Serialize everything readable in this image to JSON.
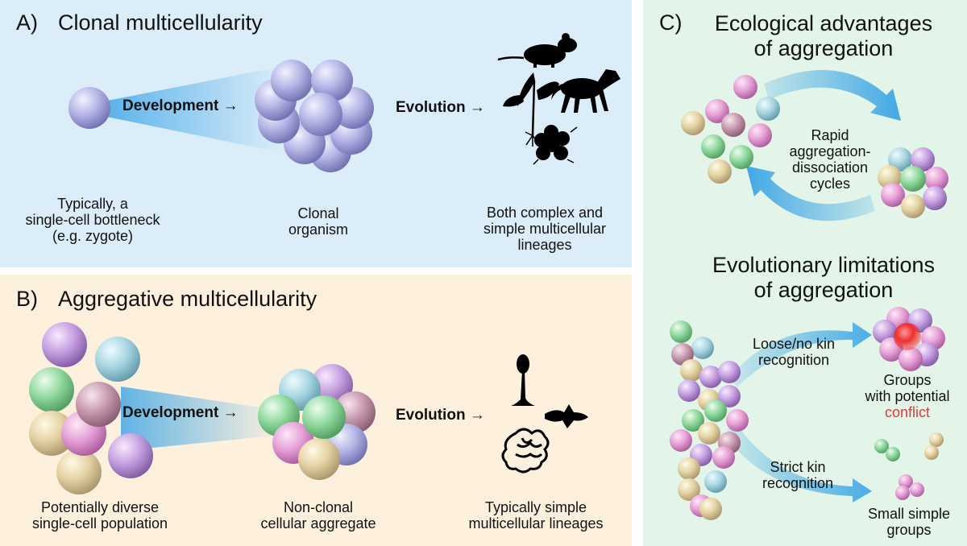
{
  "panel_a": {
    "letter": "A)",
    "title": "Clonal multicellularity",
    "development": "Development",
    "evolution": "Evolution",
    "arrow": "→",
    "caption_left": [
      "Typically, a",
      "single-cell bottleneck",
      "(e.g. zygote)"
    ],
    "caption_mid": [
      "Clonal",
      "organism"
    ],
    "caption_right": [
      "Both complex and",
      "simple multicellular",
      "lineages"
    ]
  },
  "panel_b": {
    "letter": "B)",
    "title": "Aggregative multicellularity",
    "development": "Development",
    "evolution": "Evolution",
    "arrow": "→",
    "caption_left": [
      "Potentially diverse",
      "single-cell population"
    ],
    "caption_mid": [
      "Non-clonal",
      "cellular aggregate"
    ],
    "caption_right": [
      "Typically simple",
      "multicellular lineages"
    ]
  },
  "panel_c": {
    "letter": "C)",
    "title_top": [
      "Ecological advantages",
      "of aggregation"
    ],
    "cycle_label": [
      "Rapid",
      "aggregation-",
      "dissociation",
      "cycles"
    ],
    "title_bottom": [
      "Evolutionary limitations",
      "of aggregation"
    ],
    "loose_label": [
      "Loose/no kin",
      "recognition"
    ],
    "groups_label": [
      "Groups",
      "with potential"
    ],
    "conflict": "conflict",
    "strict_label": [
      "Strict kin",
      "recognition"
    ],
    "small_label": [
      "Small simple",
      "groups"
    ]
  },
  "colors": {
    "panel_a_bg": "#dcedfa",
    "panel_b_bg": "#fdf1de",
    "panel_c_bg": "#e2f5e8",
    "arrow_blue": "#3aa4e6",
    "conflict_red": "#e23a3a",
    "cell_purple": "#a8a8dc",
    "cell_pink": "#e9a2d8",
    "cell_green": "#92dca0",
    "cell_teal": "#a8d8e4",
    "cell_beige": "#e6d6a8",
    "cell_mauve": "#c99eb6",
    "cell_violet": "#c8a0e2"
  },
  "icons": [
    "mouse-silhouette-icon",
    "plant-silhouette-icon",
    "dog-silhouette-icon",
    "volvox-silhouette-icon",
    "fruiting-body-icon",
    "slug-icon",
    "sorocarp-mass-icon"
  ]
}
